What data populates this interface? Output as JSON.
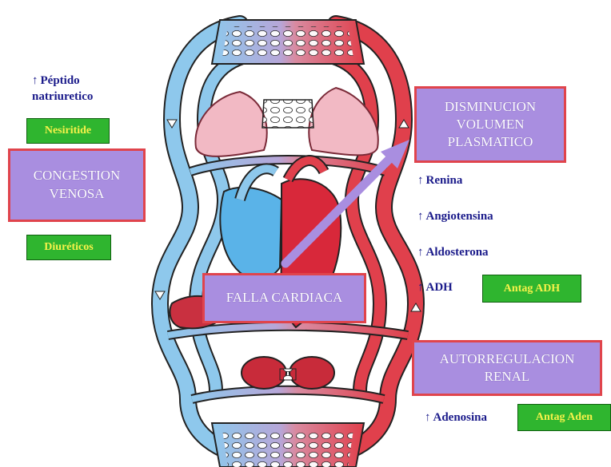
{
  "diagram": {
    "left_labels": {
      "peptido_line1": "Péptido",
      "peptido_line2": "natriuretico",
      "nesiritide": "Nesiritide",
      "congestion_line1": "CONGESTION",
      "congestion_line2": "VENOSA",
      "diureticos": "Diuréticos"
    },
    "center": {
      "falla": "FALLA CARDIACA"
    },
    "right_labels": {
      "disminucion_line1": "DISMINUCION",
      "disminucion_line2": "VOLUMEN",
      "disminucion_line3": "PLASMATICO",
      "renina": "Renina",
      "angiotensina": "Angiotensina",
      "aldosterona": "Aldosterona",
      "adh": "ADH",
      "antag_adh": "Antag ADH",
      "autorreg_line1": "AUTORREGULACION",
      "autorreg_line2": "RENAL",
      "adenosina": "Adenosina",
      "antag_aden": "Antag Aden"
    },
    "up_arrow_glyph": "↑",
    "colors": {
      "box_fill": "#a98ee0",
      "box_border": "#e0444c",
      "green_fill": "#2fb52f",
      "green_text": "#f7f24a",
      "label_text": "#1a1a8a",
      "vein": "#8ec8ec",
      "artery": "#e0404c"
    }
  }
}
